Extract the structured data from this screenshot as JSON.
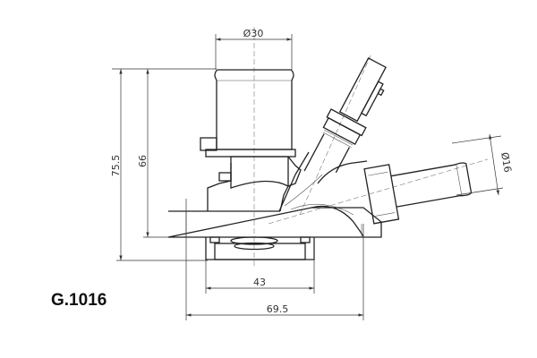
{
  "part_number": "G.1016",
  "dimensions": {
    "top_pipe_diameter": "Ø30",
    "side_pipe_diameter": "Ø16",
    "overall_height": "75.5",
    "height_to_flange": "66",
    "cartridge_width": "43",
    "flange_width": "69.5"
  }
}
